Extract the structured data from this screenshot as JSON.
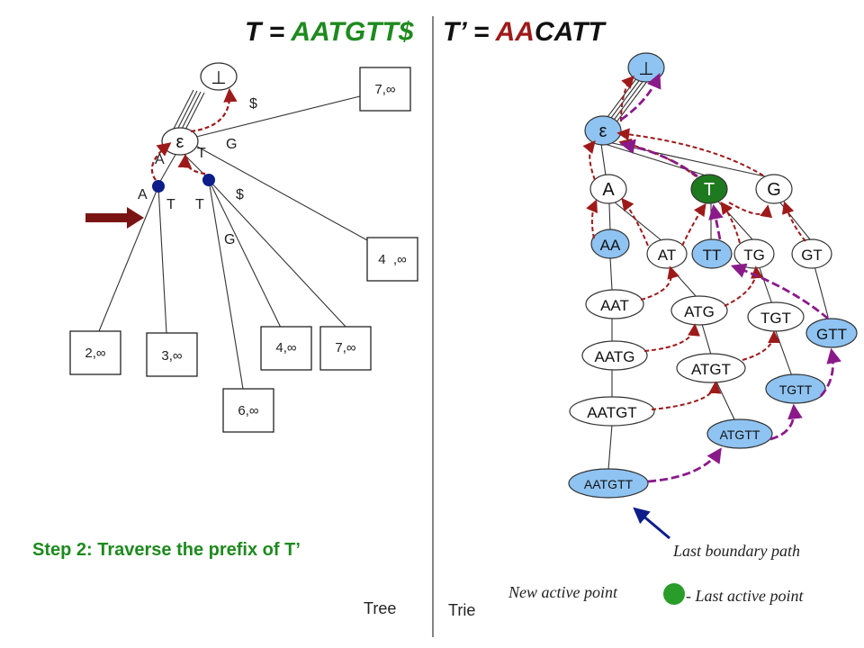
{
  "title": {
    "left_prefix": "T = ",
    "left_string": "AATGTT$",
    "right_prefix": "T’ = ",
    "right_highlight": "AA",
    "right_rest": "CATT"
  },
  "colors": {
    "green": "#1e8a1e",
    "darkred": "#9e1a1a",
    "node_blue": "#8ec3f2",
    "node_green": "#1e7a1e",
    "navy": "#0d1d8a",
    "purple": "#8a1a8a"
  },
  "tree": {
    "bottom_symbol": "⊥",
    "root_label": "ε",
    "edge_labels": {
      "dollar_top": "$",
      "a_outer": "A",
      "t_upper": "T",
      "g_upper": "G",
      "a_lower": "A",
      "t_left": "T",
      "t_right": "T",
      "dollar_mid": "$",
      "g_mid": "G"
    },
    "leaves": {
      "top_right": "7,∞",
      "right_mid": "4  ,∞",
      "far_left": "2,∞",
      "left2": "3,∞",
      "bottom": "6,∞",
      "mid": "4,∞",
      "mid_right": "7,∞"
    }
  },
  "trie": {
    "bottom_symbol": "⊥",
    "nodes": {
      "eps": "ε",
      "A": "A",
      "T": "T",
      "G": "G",
      "AA": "AA",
      "AT": "AT",
      "TT": "TT",
      "TG": "TG",
      "GT": "GT",
      "AAT": "AAT",
      "ATG": "ATG",
      "TGT": "TGT",
      "GTT": "GTT",
      "AATG": "AATG",
      "ATGT": "ATGT",
      "TGTT": "TGTT",
      "AATGT": "AATGT",
      "ATGTT": "ATGTT",
      "AATGTT": "AATGTT"
    }
  },
  "step_text": "Step 2: Traverse the prefix of T’",
  "legend": {
    "last_boundary_path": "Last boundary path",
    "new_active_point": "New active point",
    "last_active_point": "- Last active point"
  },
  "captions": {
    "tree": "Tree",
    "trie": "Trie"
  }
}
